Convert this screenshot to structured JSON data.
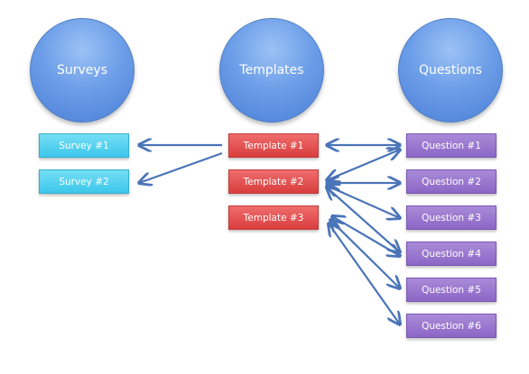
{
  "headers": {
    "surveys": "Surveys",
    "templates": "Templates",
    "questions": "Questions"
  },
  "surveys": [
    "Survey #1",
    "Survey #2"
  ],
  "templates": [
    "Template #1",
    "Template #2",
    "Template #3"
  ],
  "questions": [
    "Question #1",
    "Question #2",
    "Question #3",
    "Question #4",
    "Question #5",
    "Question #6"
  ],
  "colors": {
    "header_circle": "#6d9ee8",
    "survey_box": "#4fd0ee",
    "template_box": "#e04a4a",
    "question_box": "#9a76cf",
    "arrow": "#4a74b8"
  },
  "links": [
    {
      "from": "Template #1",
      "to": "Survey #1",
      "direction": "single"
    },
    {
      "from": "Template #1",
      "to": "Survey #2",
      "direction": "single"
    },
    {
      "from": "Template #1",
      "to": "Question #1",
      "direction": "double"
    },
    {
      "from": "Template #2",
      "to": "Question #1",
      "direction": "double"
    },
    {
      "from": "Template #2",
      "to": "Question #2",
      "direction": "double"
    },
    {
      "from": "Template #2",
      "to": "Question #3",
      "direction": "double"
    },
    {
      "from": "Template #2",
      "to": "Question #4",
      "direction": "double"
    },
    {
      "from": "Template #3",
      "to": "Question #4",
      "direction": "double"
    },
    {
      "from": "Template #3",
      "to": "Question #5",
      "direction": "double"
    },
    {
      "from": "Template #3",
      "to": "Question #6",
      "direction": "double"
    }
  ]
}
